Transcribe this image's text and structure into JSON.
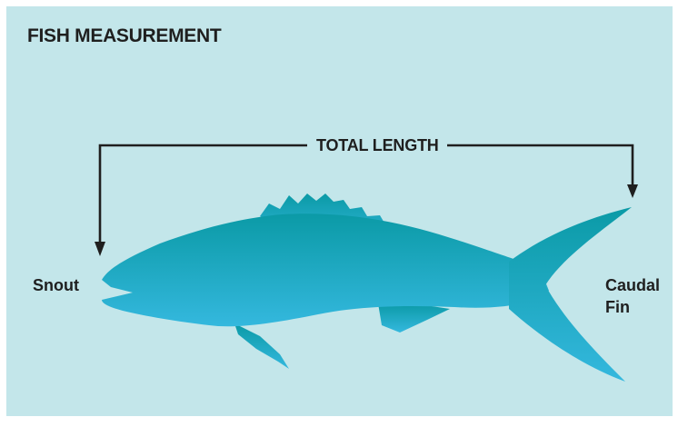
{
  "title": "FISH MEASUREMENT",
  "measurement": {
    "label": "TOTAL LENGTH"
  },
  "labels": {
    "snout": "Snout",
    "caudal_fin": [
      "Caudal",
      "Fin"
    ]
  },
  "colors": {
    "background": "#c3e6ea",
    "fish_top": "#0c9aa8",
    "fish_bottom": "#33b6dc",
    "text": "#1f1f1f"
  }
}
